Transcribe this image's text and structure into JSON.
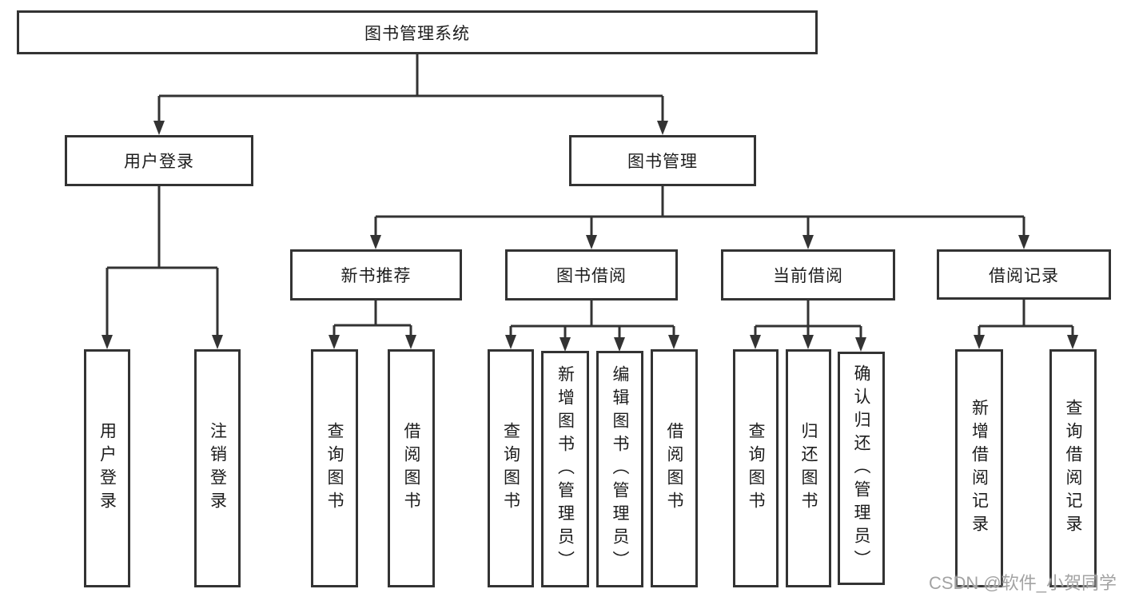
{
  "diagram": {
    "root": "图书管理系统",
    "branches": [
      {
        "label": "用户登录",
        "children": [
          "用户登录",
          "注销登录"
        ]
      },
      {
        "label": "图书管理",
        "children": [
          {
            "label": "新书推荐",
            "children": [
              "查询图书",
              "借阅图书"
            ]
          },
          {
            "label": "图书借阅",
            "children": [
              "查询图书",
              "新增图书（管理员）",
              "编辑图书（管理员）",
              "借阅图书"
            ]
          },
          {
            "label": "当前借阅",
            "children": [
              "查询图书",
              "归还图书",
              "确认归还（管理员）"
            ]
          },
          {
            "label": "借阅记录",
            "children": [
              "新增借阅记录",
              "查询借阅记录"
            ]
          }
        ]
      }
    ]
  },
  "watermark": {
    "text": "CSDN @软件_小贺同学"
  },
  "colors": {
    "line": "#333333",
    "text": "#1c1c1c",
    "background": "#ffffff",
    "watermark": "#a3a3a3"
  }
}
